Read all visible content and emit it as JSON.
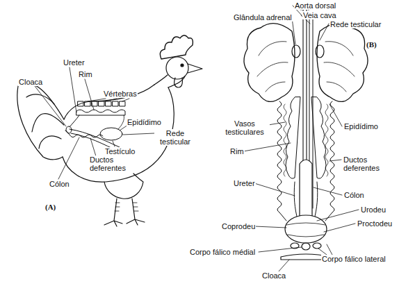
{
  "diagram": {
    "labels": [
      "Cloaca",
      "Ureter",
      "Rim",
      "Vértebras",
      "Epidídimo",
      "Rede testicular",
      "Testículo",
      "Ductos deferentes",
      "Cólon",
      "(A)",
      "Glândula adrenal",
      "Aorta dorsal",
      "Veia cava",
      "Rede testicular",
      "(B)",
      "Vasos testiculares",
      "Epidídimo",
      "Rim",
      "Ductos deferentes",
      "Ureter",
      "Cólon",
      "Urodeu",
      "Coprodeu",
      "Proctodeu",
      "Corpo fálico médial",
      "Cloaca",
      "Corpo fálico lateral"
    ]
  }
}
